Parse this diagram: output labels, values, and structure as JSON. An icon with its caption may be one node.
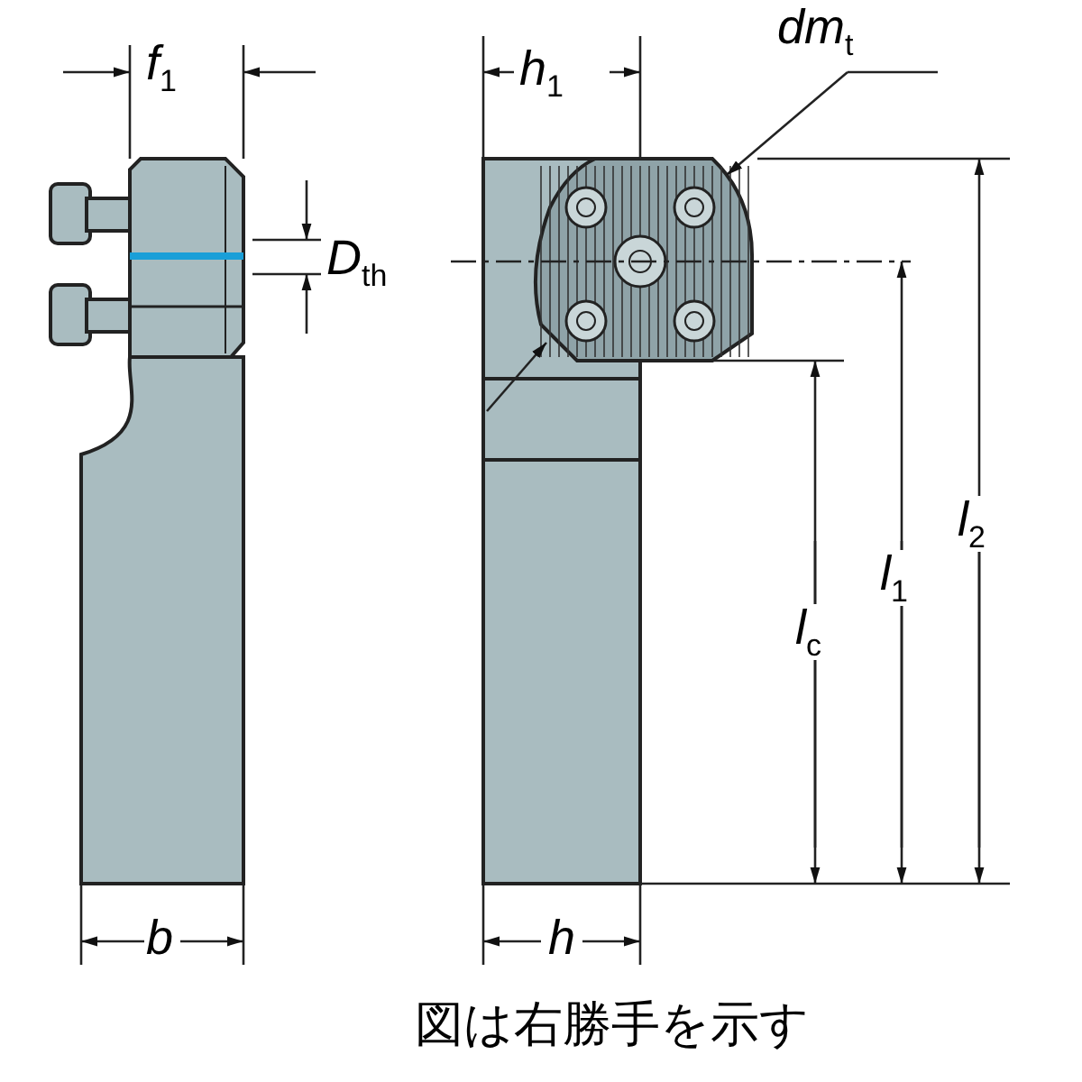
{
  "diagram": {
    "caption": "図は右勝手を示す",
    "labels": [
      "f$_{1}$",
      "dm$_{t}$",
      "h$_{1}$",
      "D$_{th}$",
      "l$_{2}$",
      "l$_{1}$",
      "l$_{c}$",
      "b",
      "h"
    ]
  }
}
